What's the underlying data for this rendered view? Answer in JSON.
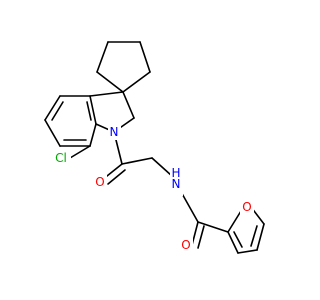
{
  "atoms": {
    "n_indoline": {
      "text": "N",
      "color": "#0000ff"
    },
    "n_amide": {
      "text": "N",
      "color": "#0000ff"
    },
    "h_amide": {
      "text": "H",
      "color": "#0000ff"
    },
    "chlorine": {
      "text": "Cl",
      "color": "#00aa00"
    },
    "o_ketone": {
      "text": "O",
      "color": "#ff0000"
    },
    "o_amide": {
      "text": "O",
      "color": "#ff0000"
    },
    "o_furan": {
      "text": "O",
      "color": "#ff0000"
    }
  },
  "bond_color": "#000000"
}
